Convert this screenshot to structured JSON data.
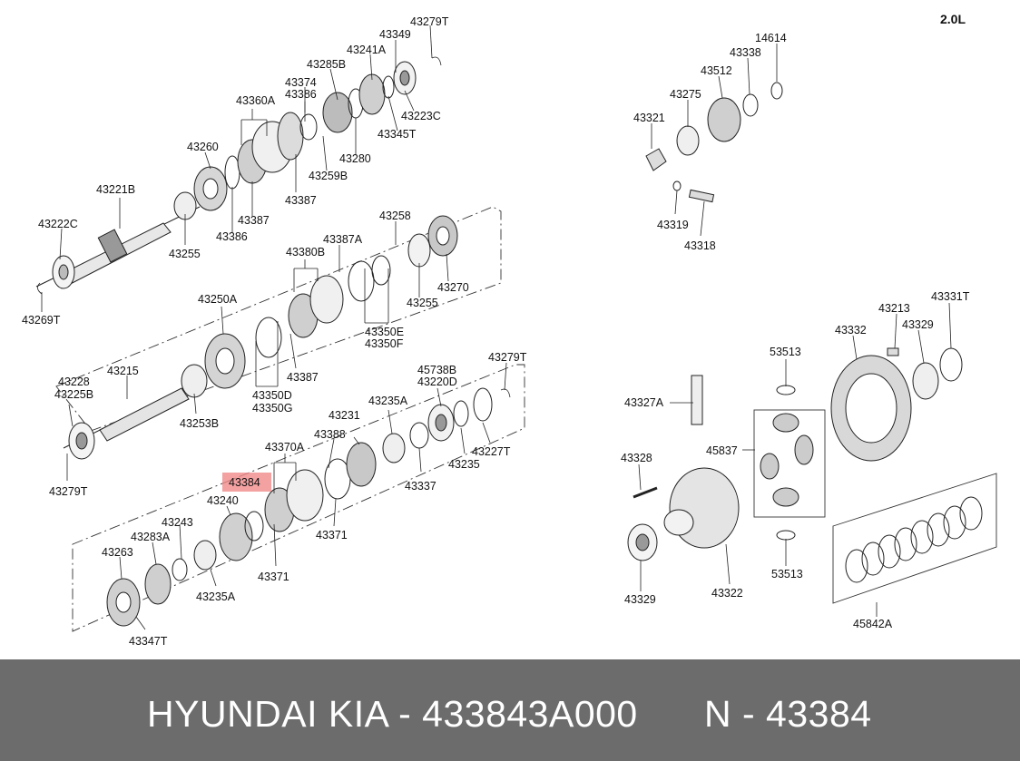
{
  "engine_label": "2.0L",
  "highlight": {
    "part_number": "43384",
    "color": "#f08a8a"
  },
  "labels": [
    "43279T",
    "43349",
    "43241A",
    "43285B",
    "43374",
    "43386",
    "43360A",
    "43223C",
    "43345T",
    "43280",
    "43259B",
    "43387",
    "43260",
    "43387",
    "43386",
    "43221B",
    "43255",
    "43222C",
    "43269T",
    "43258",
    "43387A",
    "43380B",
    "43270",
    "43255",
    "43350E",
    "43350F",
    "43250A",
    "43387",
    "43350D",
    "43350G",
    "43228",
    "43225B",
    "43215",
    "43253B",
    "43279T",
    "43279T",
    "45738B",
    "43220D",
    "43235A",
    "43231",
    "43388",
    "43370A",
    "43227T",
    "43235",
    "43337",
    "43240",
    "43371",
    "43243",
    "43283A",
    "43263",
    "43371",
    "43235A",
    "43347T",
    "14614",
    "43338",
    "43512",
    "43275",
    "43321",
    "43319",
    "43318",
    "43213",
    "43331T",
    "43332",
    "43329",
    "53513",
    "43327A",
    "45837",
    "43328",
    "53513",
    "43329",
    "43322",
    "45842A"
  ],
  "footer": {
    "left": "HYUNDAI  KIA - 433843A000",
    "right": "N - 43384"
  }
}
